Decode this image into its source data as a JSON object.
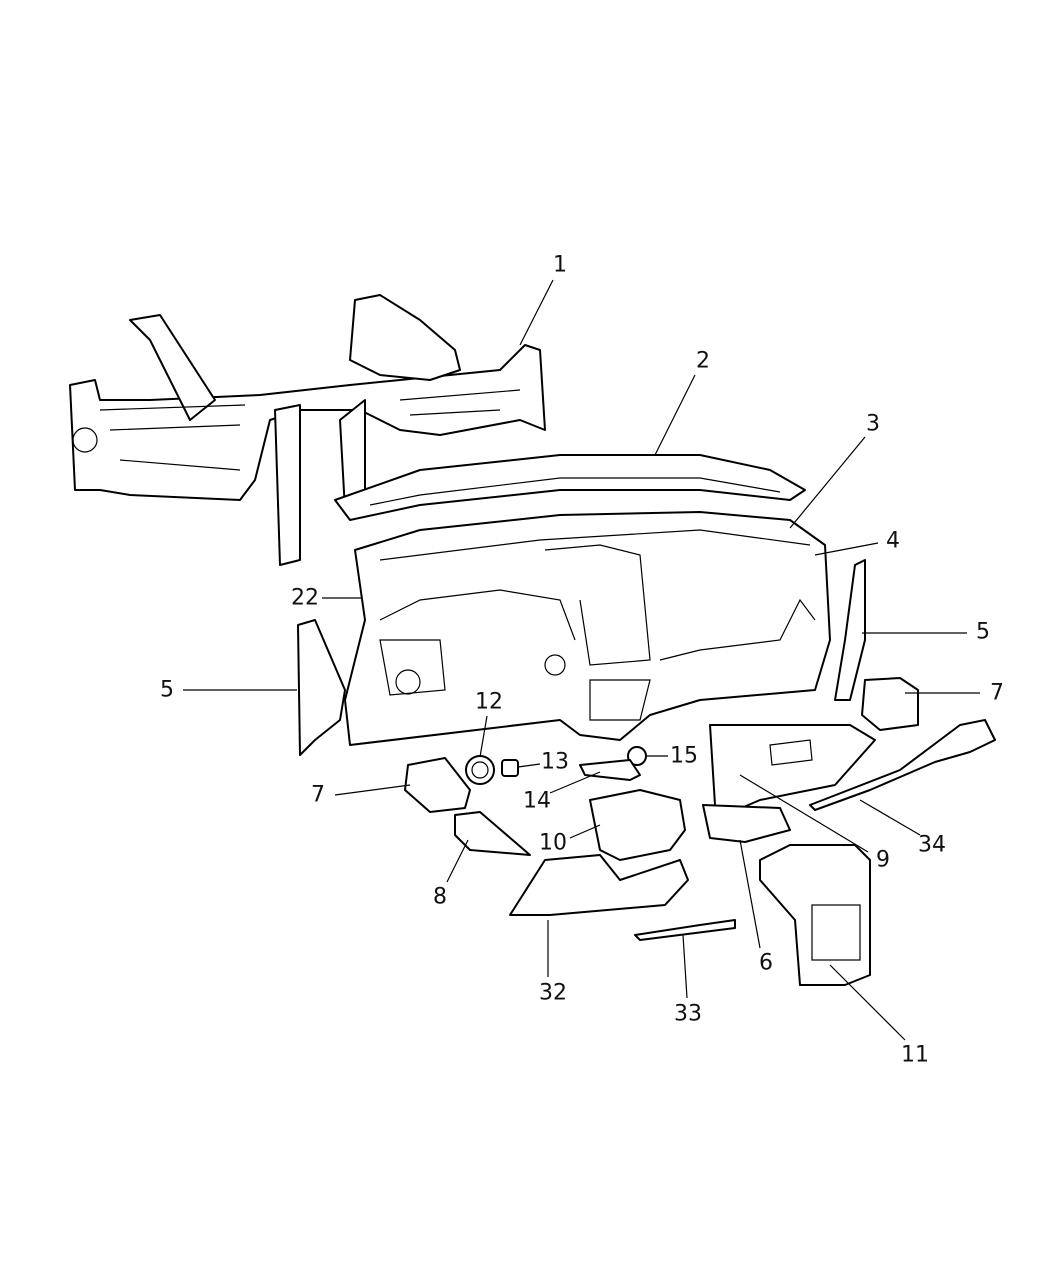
{
  "diagram": {
    "type": "exploded parts diagram",
    "callouts": {
      "c1": "1",
      "c2": "2",
      "c3": "3",
      "c4": "4",
      "c22": "22",
      "c5_left": "5",
      "c5_right": "5",
      "c7_right": "7",
      "c7_left": "7",
      "c12": "12",
      "c13": "13",
      "c14": "14",
      "c15": "15",
      "c10": "10",
      "c9": "9",
      "c34": "34",
      "c8": "8",
      "c6": "6",
      "c32": "32",
      "c33": "33",
      "c11": "11"
    }
  }
}
